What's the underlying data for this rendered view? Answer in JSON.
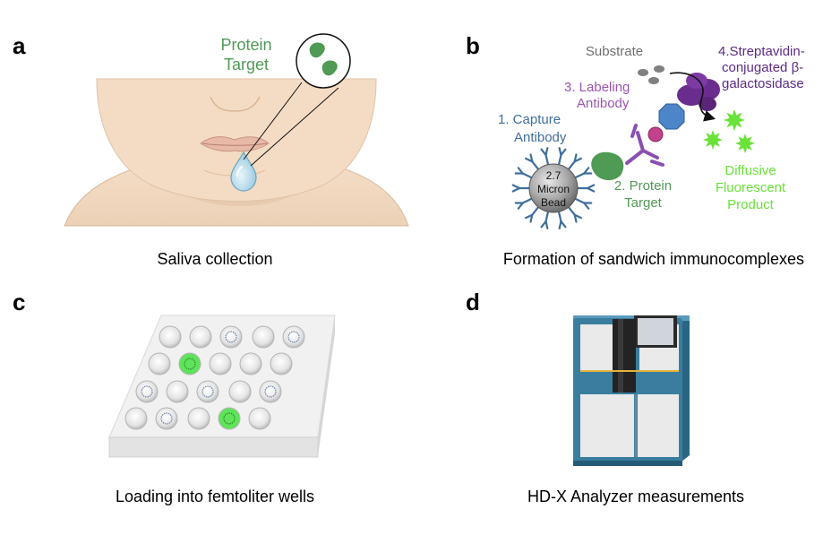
{
  "panels": {
    "a": {
      "letter": "a",
      "caption": "Saliva collection",
      "protein_label_line1": "Protein",
      "protein_label_line2": "Target"
    },
    "b": {
      "letter": "b",
      "caption": "Formation of sandwich immunocomplexes",
      "substrate": "Substrate",
      "enzyme_line1": "4.Streptavidin-",
      "enzyme_line2": "conjugated β-",
      "enzyme_line3": "galactosidase",
      "labeling_line1": "3. Labeling",
      "labeling_line2": "Antibody",
      "capture_line1": "1.  Capture",
      "capture_line2": "Antibody",
      "bead_line1": "2.7",
      "bead_line2": "Micron",
      "bead_line3": "Bead",
      "target_line1": "2. Protein",
      "target_line2": "Target",
      "product_line1": "Diffusive",
      "product_line2": "Fluorescent",
      "product_line3": "Product"
    },
    "c": {
      "letter": "c",
      "caption": "Loading into femtoliter wells"
    },
    "d": {
      "letter": "d",
      "caption": "HD-X Analyzer measurements"
    }
  },
  "colors": {
    "protein_green": "#4f9a55",
    "capture_blue": "#3f6e9c",
    "labeling_purple": "#9a55b2",
    "enzyme_purple": "#6a2d8e",
    "product_green": "#6ae23a",
    "skin": "#f2d9c0",
    "analyzer_teal": "#2f6f8f"
  },
  "icons": {
    "drop": "saliva-drop-icon",
    "bead": "bead-icon",
    "wells": "well-plate-icon",
    "analyzer": "analyzer-icon"
  }
}
